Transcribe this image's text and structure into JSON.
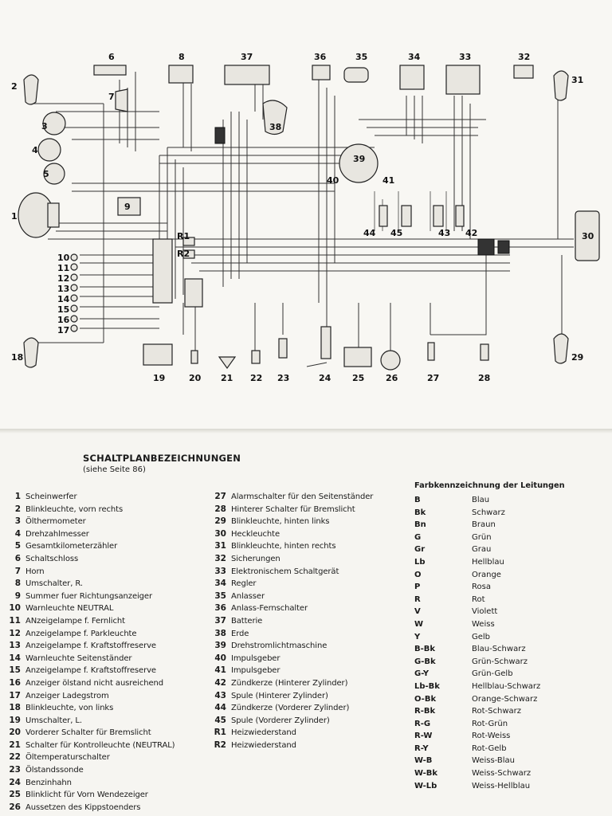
{
  "diagram": {
    "component_labels": [
      "1",
      "2",
      "3",
      "4",
      "5",
      "6",
      "7",
      "8",
      "9",
      "10",
      "11",
      "12",
      "13",
      "14",
      "15",
      "16",
      "17",
      "18",
      "19",
      "20",
      "21",
      "22",
      "23",
      "24",
      "25",
      "26",
      "27",
      "28",
      "29",
      "30",
      "31",
      "32",
      "33",
      "34",
      "35",
      "36",
      "37",
      "38",
      "39",
      "40",
      "41",
      "42",
      "43",
      "44",
      "45",
      "R1",
      "R2"
    ]
  },
  "legend": {
    "title": "SCHALTPLANBEZEICHNUNGEN",
    "subtitle": "(siehe Seite 86)",
    "items_left": [
      {
        "num": "1",
        "text": "Scheinwerfer"
      },
      {
        "num": "2",
        "text": "Blinkleuchte, vorn rechts"
      },
      {
        "num": "3",
        "text": "Ölthermometer"
      },
      {
        "num": "4",
        "text": "Drehzahlmesser"
      },
      {
        "num": "5",
        "text": "Gesamtkilometerzähler"
      },
      {
        "num": "6",
        "text": "Schaltschloss"
      },
      {
        "num": "7",
        "text": "Horn"
      },
      {
        "num": "8",
        "text": "Umschalter, R."
      },
      {
        "num": "9",
        "text": "Summer fuer Richtungsanzeiger"
      },
      {
        "num": "10",
        "text": "Warnleuchte NEUTRAL"
      },
      {
        "num": "11",
        "text": "ANzeigelampe f. Fernlicht"
      },
      {
        "num": "12",
        "text": "Anzeigelampe f. Parkleuchte"
      },
      {
        "num": "13",
        "text": "Anzeigelampe f. Kraftstoffreserve"
      },
      {
        "num": "14",
        "text": "Warnleuchte Seitenständer"
      },
      {
        "num": "15",
        "text": "Anzeigelampe f. Kraftstoffreserve"
      },
      {
        "num": "16",
        "text": "Anzeiger ölstand nicht ausreichend"
      },
      {
        "num": "17",
        "text": "Anzeiger Ladegstrom"
      },
      {
        "num": "18",
        "text": "Blinkleuchte, von links"
      },
      {
        "num": "19",
        "text": "Umschalter, L."
      },
      {
        "num": "20",
        "text": "Vorderer Schalter für Bremslicht"
      },
      {
        "num": "21",
        "text": "Schalter für Kontrolleuchte (NEUTRAL)"
      },
      {
        "num": "22",
        "text": "Öltemperaturschalter"
      },
      {
        "num": "23",
        "text": "Ölstandssonde"
      },
      {
        "num": "24",
        "text": "Benzinhahn"
      },
      {
        "num": "25",
        "text": "Blinklicht für Vorn Wendezeiger"
      },
      {
        "num": "26",
        "text": "Aussetzen des Kippstoenders"
      }
    ],
    "items_right": [
      {
        "num": "27",
        "text": "Alarmschalter für den Seitenständer"
      },
      {
        "num": "28",
        "text": "Hinterer Schalter für Bremslicht"
      },
      {
        "num": "29",
        "text": "Blinkleuchte, hinten links"
      },
      {
        "num": "30",
        "text": "Heckleuchte"
      },
      {
        "num": "31",
        "text": "Blinkleuchte, hinten rechts"
      },
      {
        "num": "32",
        "text": "Sicherungen"
      },
      {
        "num": "33",
        "text": "Elektronischem Schaltgerät"
      },
      {
        "num": "34",
        "text": "Regler"
      },
      {
        "num": "35",
        "text": "Anlasser"
      },
      {
        "num": "36",
        "text": "Anlass-Fernschalter"
      },
      {
        "num": "37",
        "text": "Batterie"
      },
      {
        "num": "38",
        "text": "Erde"
      },
      {
        "num": "39",
        "text": "Drehstromlichtmaschine"
      },
      {
        "num": "40",
        "text": "Impulsgeber"
      },
      {
        "num": "41",
        "text": "Impulsgeber"
      },
      {
        "num": "42",
        "text": "Zündkerze (Hinterer Zylinder)"
      },
      {
        "num": "43",
        "text": "Spule (Hinterer Zylinder)"
      },
      {
        "num": "44",
        "text": "Zündkerze (Vorderer Zylinder)"
      },
      {
        "num": "45",
        "text": "Spule (Vorderer Zylinder)"
      },
      {
        "num": "R1",
        "text": "Heizwiederstand"
      },
      {
        "num": "R2",
        "text": "Heizwiederstand"
      }
    ],
    "color_codes_title": "Farbkennzeichnung der Leitungen",
    "color_codes": [
      {
        "code": "B",
        "name": "Blau"
      },
      {
        "code": "Bk",
        "name": "Schwarz"
      },
      {
        "code": "Bn",
        "name": "Braun"
      },
      {
        "code": "G",
        "name": "Grün"
      },
      {
        "code": "Gr",
        "name": "Grau"
      },
      {
        "code": "Lb",
        "name": "Hellblau"
      },
      {
        "code": "O",
        "name": "Orange"
      },
      {
        "code": "P",
        "name": "Rosa"
      },
      {
        "code": "R",
        "name": "Rot"
      },
      {
        "code": "V",
        "name": "Violett"
      },
      {
        "code": "W",
        "name": "Weiss"
      },
      {
        "code": "Y",
        "name": "Gelb"
      },
      {
        "code": "B-Bk",
        "name": "Blau-Schwarz"
      },
      {
        "code": "G-Bk",
        "name": "Grün-Schwarz"
      },
      {
        "code": "G-Y",
        "name": "Grün-Gelb"
      },
      {
        "code": "Lb-Bk",
        "name": "Hellblau-Schwarz"
      },
      {
        "code": "O-Bk",
        "name": "Orange-Schwarz"
      },
      {
        "code": "R-Bk",
        "name": "Rot-Schwarz"
      },
      {
        "code": "R-G",
        "name": "Rot-Grün"
      },
      {
        "code": "R-W",
        "name": "Rot-Weiss"
      },
      {
        "code": "R-Y",
        "name": "Rot-Gelb"
      },
      {
        "code": "W-B",
        "name": "Weiss-Blau"
      },
      {
        "code": "W-Bk",
        "name": "Weiss-Schwarz"
      },
      {
        "code": "W-Lb",
        "name": "Weiss-Hellblau"
      }
    ]
  }
}
